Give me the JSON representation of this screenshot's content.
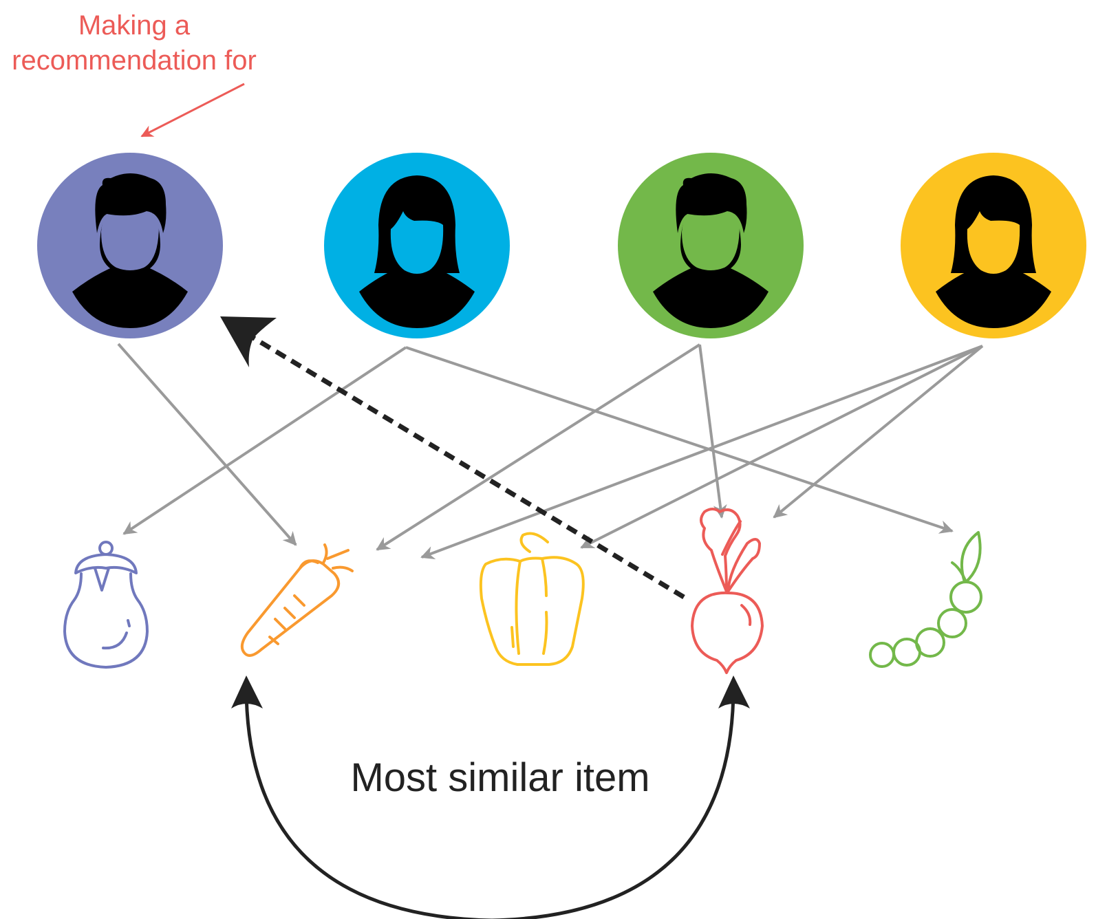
{
  "annotation": {
    "line1": "Making a",
    "line2": "recommendation for",
    "color": "#ec5b57"
  },
  "caption": "Most similar item",
  "colors": {
    "edge": "#9a9a9a",
    "recommendation_arrow": "#222222",
    "similarity_arc": "#222222"
  },
  "users": [
    {
      "id": "user-1",
      "avatar": "male-avatar-icon",
      "color": "#7880bd",
      "target": true
    },
    {
      "id": "user-2",
      "avatar": "female-avatar-icon",
      "color": "#00b0e4"
    },
    {
      "id": "user-3",
      "avatar": "male-avatar-icon",
      "color": "#73b84a"
    },
    {
      "id": "user-4",
      "avatar": "female-avatar-icon",
      "color": "#fcc320"
    }
  ],
  "items": [
    {
      "id": "eggplant",
      "icon": "eggplant-icon",
      "color": "#7078bd"
    },
    {
      "id": "carrot",
      "icon": "carrot-icon",
      "color": "#f9992f"
    },
    {
      "id": "pepper",
      "icon": "bell-pepper-icon",
      "color": "#fcc320"
    },
    {
      "id": "beet",
      "icon": "beet-icon",
      "color": "#ec5b57"
    },
    {
      "id": "peas",
      "icon": "pea-pod-icon",
      "color": "#73b84a"
    }
  ],
  "edges": [
    {
      "from": "user-1",
      "to": "carrot"
    },
    {
      "from": "user-2",
      "to": "eggplant"
    },
    {
      "from": "user-2",
      "to": "peas"
    },
    {
      "from": "user-3",
      "to": "carrot"
    },
    {
      "from": "user-3",
      "to": "beet"
    },
    {
      "from": "user-4",
      "to": "carrot"
    },
    {
      "from": "user-4",
      "to": "pepper"
    },
    {
      "from": "user-4",
      "to": "beet"
    }
  ],
  "recommendation": {
    "from": "beet",
    "to": "user-1",
    "style": "dashed"
  },
  "similarity": {
    "between": [
      "carrot",
      "beet"
    ]
  }
}
